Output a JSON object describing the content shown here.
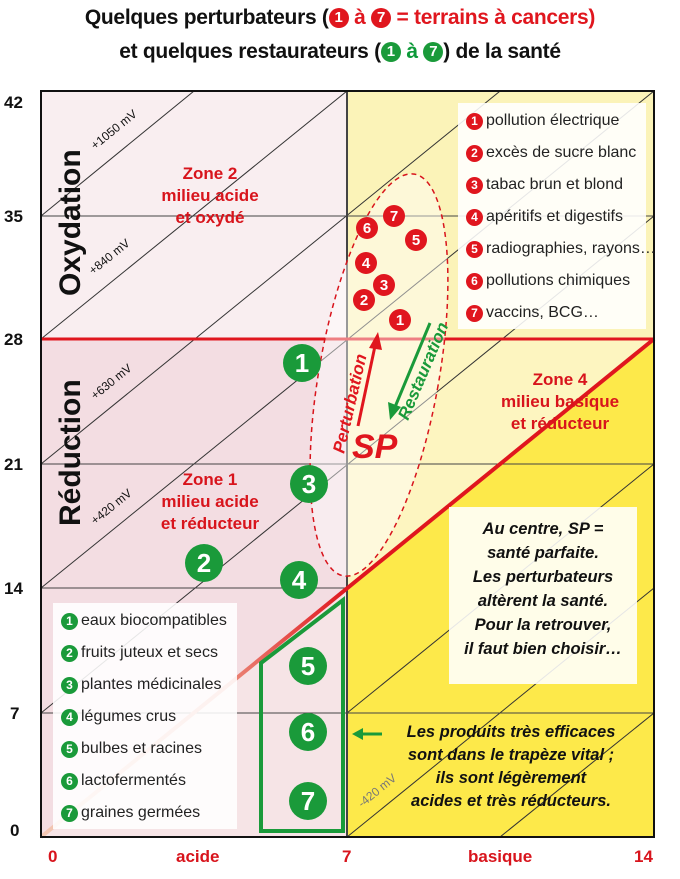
{
  "title": {
    "line1_pre": "Quelques perturbateurs (",
    "line1_n1": "1",
    "line1_mid": " à ",
    "line1_n7": "7",
    "line1_post": " = terrains à cancers)",
    "line2_pre": "et quelques restaurateurs (",
    "line2_n1": "1",
    "line2_mid": " à ",
    "line2_n7": "7",
    "line2_post": ") de la santé"
  },
  "axes": {
    "y_ticks": [
      "0",
      "7",
      "14",
      "21",
      "28",
      "35",
      "42"
    ],
    "x_ticks": [
      "0",
      "7",
      "14"
    ],
    "x_label_left": "acide",
    "x_label_right": "basique",
    "y_label_top": "Oxydation",
    "y_label_bottom": "Réduction",
    "mv_labels": [
      "+1050 mV",
      "+840 mV",
      "+630 mV",
      "+420 mV",
      "-420 mV"
    ]
  },
  "zones": {
    "zone2": [
      "Zone 2",
      "milieu acide",
      "et oxydé"
    ],
    "zone1": [
      "Zone 1",
      "milieu acide",
      "et réducteur"
    ],
    "zone4": [
      "Zone 4",
      "milieu basique",
      "et réducteur"
    ]
  },
  "perturbators": [
    {
      "n": "1",
      "label": "pollution électrique"
    },
    {
      "n": "2",
      "label": "excès de sucre blanc"
    },
    {
      "n": "3",
      "label": "tabac brun et blond"
    },
    {
      "n": "4",
      "label": "apéritifs et digestifs"
    },
    {
      "n": "5",
      "label": "radiographies, rayons…"
    },
    {
      "n": "6",
      "label": "pollutions chimiques"
    },
    {
      "n": "7",
      "label": "vaccins, BCG…"
    }
  ],
  "restorers": [
    {
      "n": "1",
      "label": "eaux biocompatibles"
    },
    {
      "n": "2",
      "label": "fruits juteux et secs"
    },
    {
      "n": "3",
      "label": "plantes médicinales"
    },
    {
      "n": "4",
      "label": "légumes crus"
    },
    {
      "n": "5",
      "label": "bulbes et racines"
    },
    {
      "n": "6",
      "label": "lactofermentés"
    },
    {
      "n": "7",
      "label": "graines germées"
    }
  ],
  "center": {
    "sp": "SP",
    "perturbation": "Perturbation",
    "restauration": "Restauration"
  },
  "note_center": [
    "Au centre, SP =",
    "santé parfaite.",
    "Les perturbateurs",
    "altèrent la santé.",
    "Pour la retrouver,",
    "il faut bien choisir…"
  ],
  "note_trapeze": [
    "Les produits très efficaces",
    "sont dans le trapèze vital ;",
    "ils sont légèrement",
    "acides et très réducteurs."
  ],
  "colors": {
    "red": "#e0161e",
    "green": "#1a9a3a",
    "yellow_light": "#fdf6b0",
    "yellow_strong": "#fde94a",
    "pink_light": "#f8eaec",
    "pink_mid": "#f2dadf"
  }
}
